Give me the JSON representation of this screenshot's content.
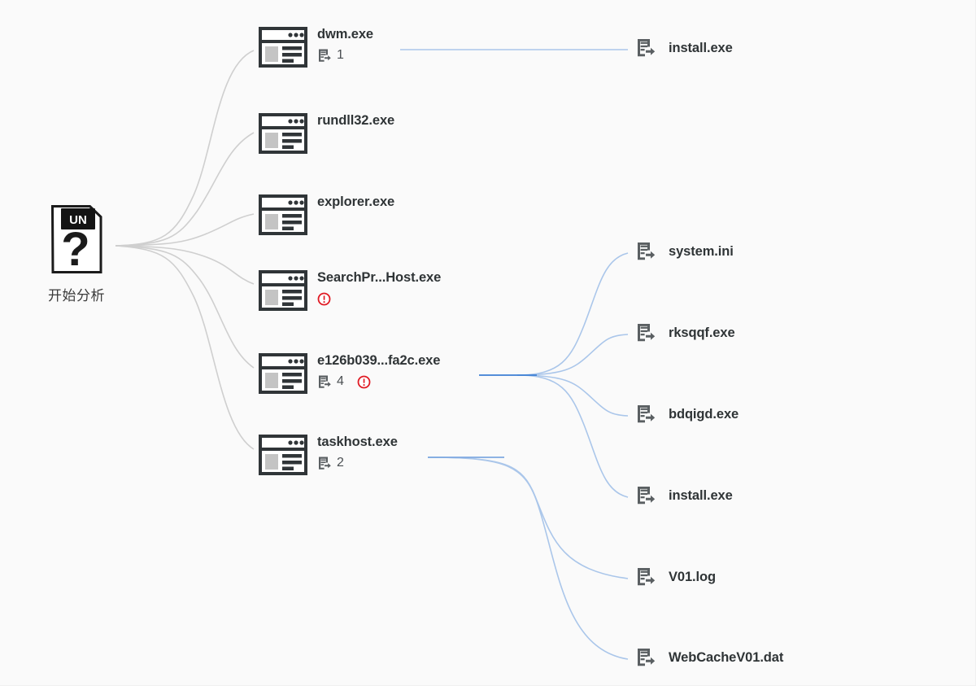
{
  "graph": {
    "title": "process-file-behavior-graph",
    "background_color": "#fafafa",
    "edge_color_process": "#cfcfcf",
    "edge_color_file": "#aac6ea",
    "edge_color_file_stub": "#3d7fd4",
    "warning_color": "#e01b24"
  },
  "root": {
    "label": "开始分析",
    "badge_text": "UN",
    "glyph": "?",
    "icon": "unknown-file-icon"
  },
  "processes": [
    {
      "id": "dwm",
      "name": "dwm.exe",
      "file_count": "1",
      "has_warning": false,
      "icon": "process-window-icon"
    },
    {
      "id": "rundll32",
      "name": "rundll32.exe",
      "file_count": null,
      "has_warning": false,
      "icon": "process-window-icon"
    },
    {
      "id": "explorer",
      "name": "explorer.exe",
      "file_count": null,
      "has_warning": false,
      "icon": "process-window-icon"
    },
    {
      "id": "searchprotocolhost",
      "name": "SearchPr...Host.exe",
      "file_count": null,
      "has_warning": true,
      "icon": "process-window-icon"
    },
    {
      "id": "e126b039",
      "name": "e126b039...fa2c.exe",
      "file_count": "4",
      "has_warning": true,
      "icon": "process-window-icon"
    },
    {
      "id": "taskhost",
      "name": "taskhost.exe",
      "file_count": "2",
      "has_warning": false,
      "icon": "process-window-icon"
    }
  ],
  "files": [
    {
      "id": "f-install-top",
      "name": "install.exe",
      "icon": "file-write-icon",
      "source": "dwm"
    },
    {
      "id": "f-system-ini",
      "name": "system.ini",
      "icon": "file-write-icon",
      "source": "e126b039"
    },
    {
      "id": "f-rksqqf",
      "name": "rksqqf.exe",
      "icon": "file-write-icon",
      "source": "e126b039"
    },
    {
      "id": "f-bdqigd",
      "name": "bdqigd.exe",
      "icon": "file-write-icon",
      "source": "e126b039"
    },
    {
      "id": "f-install-mid",
      "name": "install.exe",
      "icon": "file-write-icon",
      "source": "e126b039"
    },
    {
      "id": "f-v01log",
      "name": "V01.log",
      "icon": "file-write-icon",
      "source": "taskhost"
    },
    {
      "id": "f-webcache",
      "name": "WebCacheV01.dat",
      "icon": "file-write-icon",
      "source": "taskhost"
    }
  ]
}
